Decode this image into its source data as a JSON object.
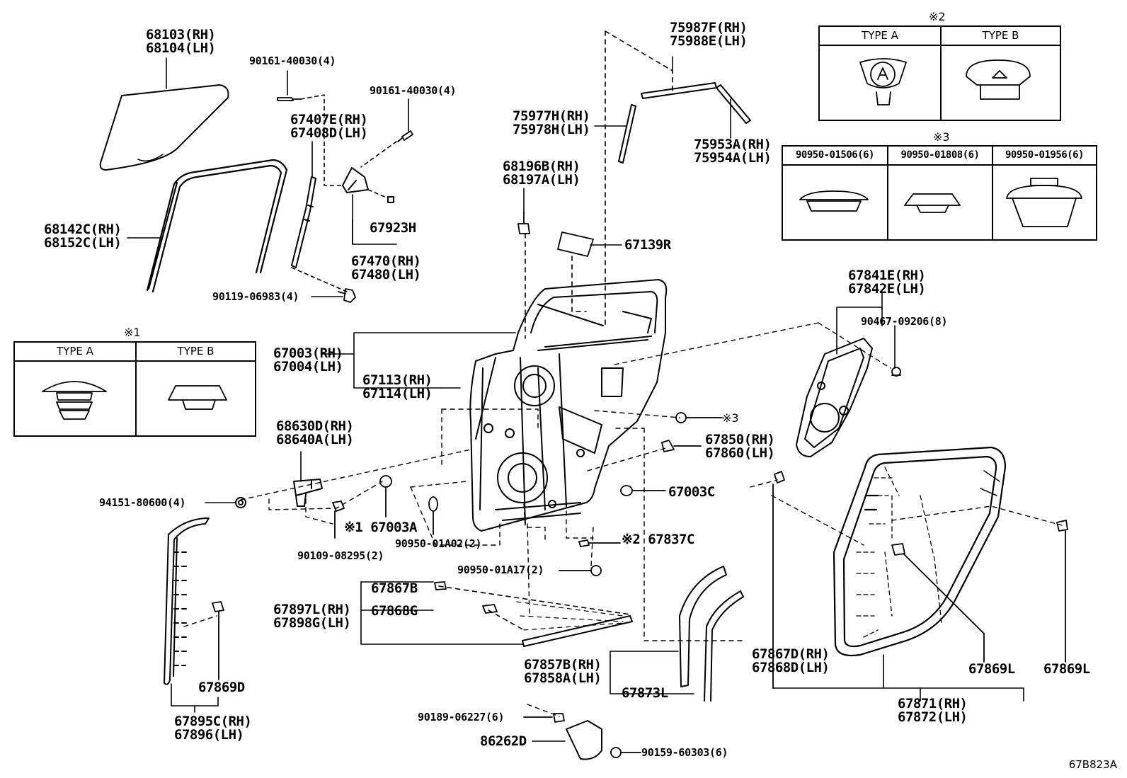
{
  "labels": {
    "l68103": [
      "68103(RH)",
      "68104(LH)"
    ],
    "l90161a": "90161-40030(4)",
    "l90161b": "90161-40030(4)",
    "l67407": [
      "67407E(RH)",
      "67408D(LH)"
    ],
    "l68142": [
      "68142C(RH)",
      "68152C(LH)"
    ],
    "l67923": "67923H",
    "l67470": [
      "67470(RH)",
      "67480(LH)"
    ],
    "l90119": "90119-06983(4)",
    "l75987": [
      "75987F(RH)",
      "75988E(LH)"
    ],
    "l75977": [
      "75977H(RH)",
      "75978H(LH)"
    ],
    "l75953": [
      "75953A(RH)",
      "75954A(LH)"
    ],
    "l68196": [
      "68196B(RH)",
      "68197A(LH)"
    ],
    "l67139": "67139R",
    "l67003": [
      "67003(RH)",
      "67004(LH)"
    ],
    "l67113": [
      "67113(RH)",
      "67114(LH)"
    ],
    "l67841": [
      "67841E(RH)",
      "67842E(LH)"
    ],
    "l90467": "90467-09206(8)",
    "l_note3": "※3",
    "l68630": [
      "68630D(RH)",
      "68640A(LH)"
    ],
    "l67850": [
      "67850(RH)",
      "67860(LH)"
    ],
    "l94151": "94151-80600(4)",
    "l67003c": "67003C",
    "l67003a": "※1 67003A",
    "l90109": "90109-08295(2)",
    "l90950a02": "90950-01A02(2)",
    "l67837": "※2 67837C",
    "l90950a17": "90950-01A17(2)",
    "l67867b": "67867B",
    "l67868g": "67868G",
    "l67897": [
      "67897L(RH)",
      "67898G(LH)"
    ],
    "l67869d": "67869D",
    "l67895": [
      "67895C(RH)",
      "67896(LH)"
    ],
    "l67857": [
      "67857B(RH)",
      "67858A(LH)"
    ],
    "l67873": "67873L",
    "l90189": "90189-06227(6)",
    "l86262": "86262D",
    "l90159": "90159-60303(6)",
    "l67867d": [
      "67867D(RH)",
      "67868D(LH)"
    ],
    "l67869la": "67869L",
    "l67869lb": "67869L",
    "l67871": [
      "67871(RH)",
      "67872(LH)"
    ]
  },
  "note1": {
    "mark": "※1",
    "headers": [
      "TYPE A",
      "TYPE B"
    ]
  },
  "note2": {
    "mark": "※2",
    "headers": [
      "TYPE A",
      "TYPE B"
    ]
  },
  "note3": {
    "mark": "※3",
    "headers": [
      "90950-01506(6)",
      "90950-01808(6)",
      "90950-01956(6)"
    ]
  },
  "ref_code": "67B823A"
}
